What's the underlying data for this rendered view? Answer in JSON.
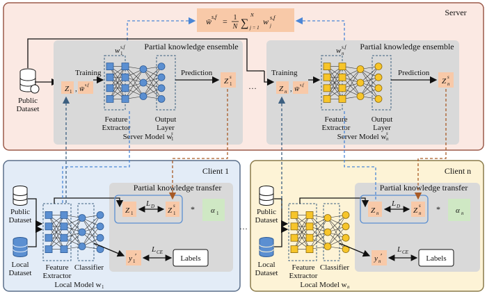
{
  "server": {
    "title": "Server",
    "formula": "w̄^{s,f} = (1/N) Σ_{j=1}^{N} w_j^{s,f}",
    "formula_lhs": "w̄",
    "formula_lhs_sup": "s,f",
    "formula_eq": "=",
    "formula_frac_num": "1",
    "formula_frac_den": "N",
    "formula_sum": "∑",
    "formula_sum_sup": "N",
    "formula_sum_sub": "j = 1",
    "formula_rhs": "w",
    "formula_rhs_sub": "j",
    "formula_rhs_sup": "s,f",
    "public_dataset": "Public",
    "public_dataset_2": "Dataset",
    "ellipsis": "…",
    "ensembles": [
      {
        "title": "Partial knowledge ensemble",
        "weight": "w",
        "weight_sub": "1",
        "weight_sup": "s,f",
        "training": "Training",
        "z": "Z",
        "z_sub": "1",
        "comma": ",",
        "wbar": "w̄",
        "wbar_sup": "s,f",
        "prediction": "Prediction",
        "zs": "Z",
        "zs_sub": "1",
        "zs_sup": "s",
        "feature": "Feature",
        "extractor": "Extractor",
        "output": "Output",
        "layer": "Layer",
        "model": "Server Model w",
        "model_sub": "1",
        "model_sup": "s"
      },
      {
        "title": "Partial knowledge ensemble",
        "weight": "w",
        "weight_sub": "n",
        "weight_sup": "s,f",
        "training": "Training",
        "z": "Z",
        "z_sub": "n",
        "comma": ",",
        "wbar": "w̄",
        "wbar_sup": "s,f",
        "prediction": "Prediction",
        "zs": "Z",
        "zs_sub": "n",
        "zs_sup": "s",
        "feature": "Feature",
        "extractor": "Extractor",
        "output": "Output",
        "layer": "Layer",
        "model": "Server Model w",
        "model_sub": "n",
        "model_sup": "s"
      }
    ]
  },
  "clients": [
    {
      "title": "Client 1",
      "public": "Public",
      "public_2": "Dataset",
      "local": "Local",
      "local_2": "Dataset",
      "feature": "Feature",
      "extractor": "Extractor",
      "classifier": "Classifier",
      "model": "Local Model w",
      "model_sub": "1",
      "transfer_title": "Partial knowledge transfer",
      "z": "Z",
      "z_sub": "1",
      "ld": "L",
      "ld_sub": "D",
      "zs": "Z",
      "zs_sub": "1",
      "zs_sup": "s",
      "star": "*",
      "alpha": "α",
      "alpha_sub": "1",
      "y": "y",
      "y_sub": "1",
      "y_prime": "′",
      "lce": "L",
      "lce_sub": "CE",
      "labels": "Labels"
    },
    {
      "title": "Client n",
      "public": "Public",
      "public_2": "Dataset",
      "local": "Local",
      "local_2": "Dataset",
      "feature": "Feature",
      "extractor": "Extractor",
      "classifier": "Classifier",
      "model": "Local Model w",
      "model_sub": "n",
      "transfer_title": "Partial knowledge transfer",
      "z": "Z",
      "z_sub": "n",
      "ld": "L",
      "ld_sub": "D",
      "zs": "Z",
      "zs_sub": "n",
      "zs_sup": "s",
      "star": "*",
      "alpha": "α",
      "alpha_sub": "n",
      "y": "y",
      "y_sub": "n",
      "y_prime": "′",
      "lce": "L",
      "lce_sub": "CE",
      "labels": "Labels"
    }
  ],
  "ellipsis_mid": "…",
  "colors": {
    "server_bg": "#fbe9e3",
    "server_border": "#9b5a4a",
    "client1_bg": "#e3ecf7",
    "client1_border": "#5b6f8a",
    "clientn_bg": "#fdf3d6",
    "clientn_border": "#8a7a4a",
    "panel_gray": "#d9d9d9",
    "tag_orange": "#f8c9a8",
    "alpha_green": "#cfe8c4",
    "blue_node": "#5b8fd1",
    "yellow_node": "#f7c52a",
    "blue_dash": "#4a86d6",
    "brown_dash": "#a85a25",
    "teal_dash": "#3c5f80"
  }
}
